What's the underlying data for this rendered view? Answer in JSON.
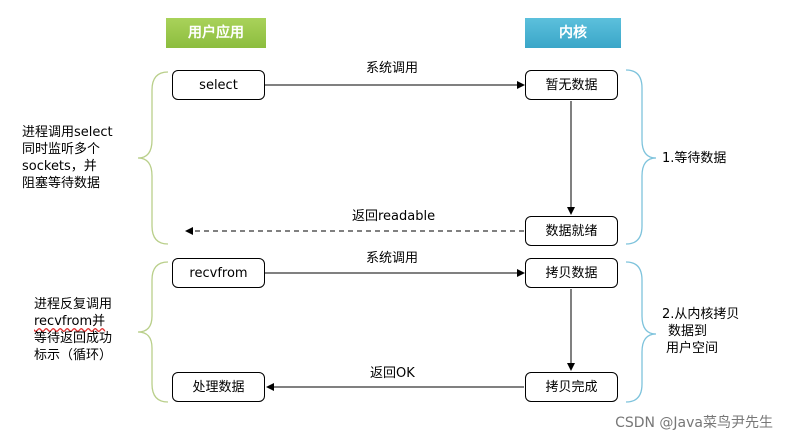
{
  "headers": {
    "user": "用户应用",
    "kernel": "内核"
  },
  "colors": {
    "user_header": "#8cbd3e",
    "kernel_header": "#3aa6c8",
    "left_brace": "#b9cf8a",
    "right_brace": "#7ec3dc"
  },
  "top": {
    "user_box": "select",
    "kernel_box1": "暂无数据",
    "kernel_box2": "数据就绪",
    "call_label": "系统调用",
    "return_label": "返回readable",
    "left_note": [
      "进程调用select",
      "同时监听多个",
      "sockets，并",
      "阻塞等待数据"
    ],
    "right_note": [
      "1.等待数据"
    ]
  },
  "bottom": {
    "user_box1": "recvfrom",
    "user_box2": "处理数据",
    "kernel_box1": "拷贝数据",
    "kernel_box2": "拷贝完成",
    "call_label": "系统调用",
    "return_label": "返回OK",
    "left_note": [
      "进程反复调用",
      "recvfrom并",
      "等待返回成功",
      "标示（循环）"
    ],
    "right_note": [
      "2.从内核拷贝",
      "数据到",
      "用户空间"
    ]
  },
  "watermark": "CSDN @Java菜鸟尹先生"
}
